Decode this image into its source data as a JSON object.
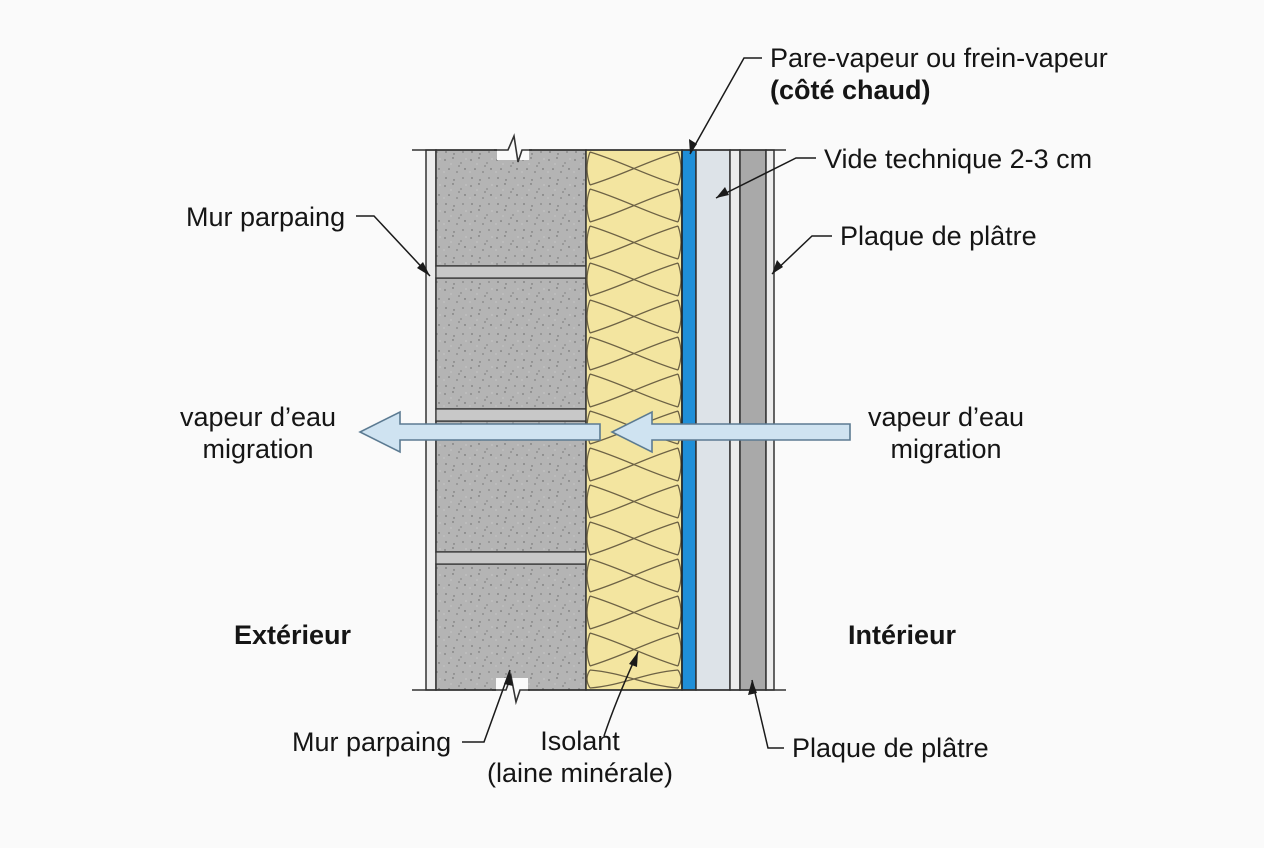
{
  "labels": {
    "vapor_barrier": {
      "line1": "Pare-vapeur ou frein-vapeur",
      "line2": "(côté chaud)"
    },
    "technical_gap": "Vide technique 2-3 cm",
    "plasterboard_top": "Plaque de plâtre",
    "block_wall_top": "Mur parpaing",
    "vapor_left": {
      "line1": "vapeur d’eau",
      "line2": "migration"
    },
    "vapor_right": {
      "line1": "vapeur d’eau",
      "line2": "migration"
    },
    "exterior": "Extérieur",
    "interior": "Intérieur",
    "block_wall_bottom": "Mur parpaing",
    "insulation": {
      "line1": "Isolant",
      "line2": "(laine minérale)"
    },
    "plasterboard_bottom": "Plaque de plâtre"
  },
  "colors": {
    "concrete": "#b4b4b4",
    "mortar": "#c8c8c8",
    "insulation": "#f3e5a0",
    "insulation_pattern": "#6d6245",
    "vapor_barrier": "#1f8fd8",
    "air_gap": "#dde3e8",
    "plasterboard": "#a9a9a9",
    "arrow_fill": "#cfe3f1",
    "arrow_stroke": "#5c7b92",
    "leader": "#1a1a1a"
  }
}
